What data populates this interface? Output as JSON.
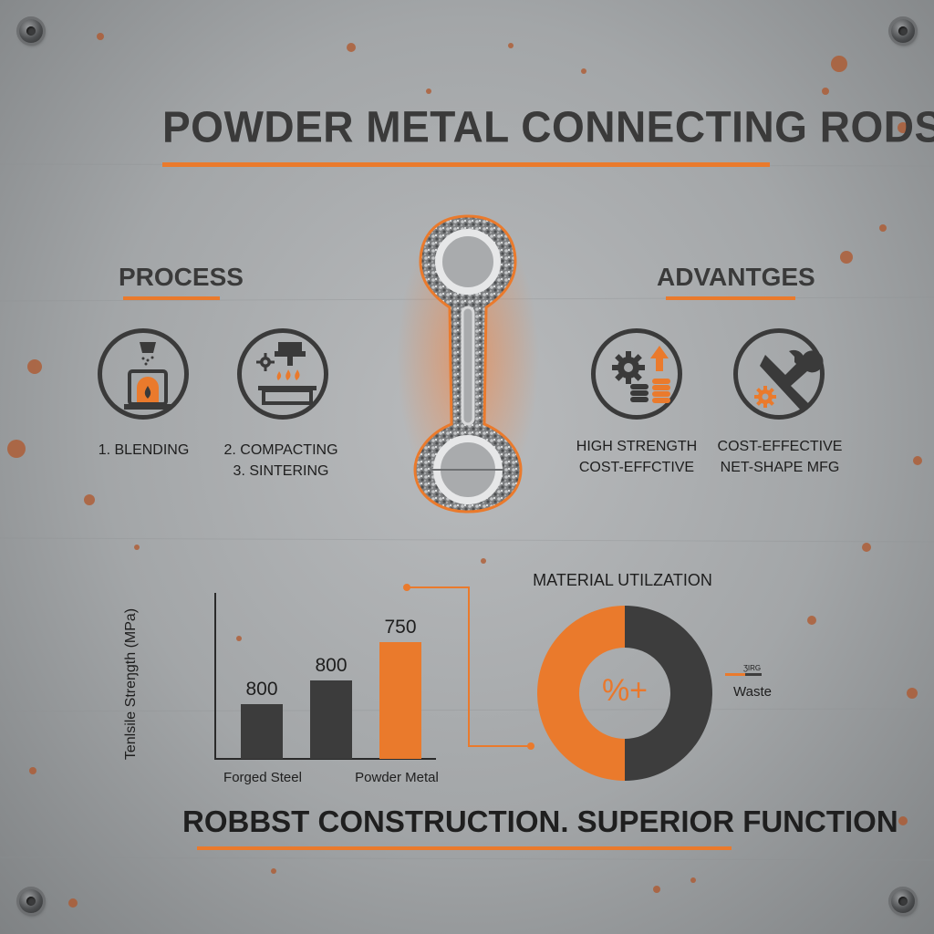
{
  "title": "POWDER METAL CONNECTING RODS",
  "process": {
    "heading": "PROCESS",
    "steps": [
      {
        "label": "1. BLENDING",
        "icon": "furnace-hopper-icon"
      },
      {
        "label": "2. COMPACTING",
        "label2": "3. SINTERING",
        "icon": "press-heat-icon"
      }
    ]
  },
  "advantages": {
    "heading": "ADVANTGES",
    "items": [
      {
        "line1": "HIGH STRENGTH",
        "line2": "COST-EFFCTIVE",
        "icon": "gear-coins-arrow-icon"
      },
      {
        "line1": "COST-EFFECTIVE",
        "line2": "NET-SHAPE MFG",
        "icon": "wrench-gear-icon"
      }
    ]
  },
  "chart_data": [
    {
      "type": "bar",
      "ylabel": "Tenlsile Streŋgth (MPa)",
      "categories": [
        "Forged Steel",
        "",
        "Powder Metal"
      ],
      "values": [
        800,
        800,
        750
      ],
      "data_labels": [
        "800",
        "800",
        "750"
      ],
      "colors": [
        "#3c3c3c",
        "#3c3c3c",
        "#ea7a2c"
      ]
    },
    {
      "type": "pie",
      "title": "MATERIAL UTILZATION",
      "center_label": "%+",
      "slices": [
        {
          "name": "",
          "value": 50,
          "color": "#ea7a2c"
        },
        {
          "name": "Waste",
          "value": 50,
          "color": "#3d3d3d"
        }
      ],
      "legend_tiny": "ƷIRG",
      "legend_placement": "right"
    }
  ],
  "footer": "ROBBST CONSTRUCTION. SUPERIOR FUNCTION",
  "colors": {
    "accent": "#ea7a2c",
    "dark": "#3a3a3a"
  }
}
